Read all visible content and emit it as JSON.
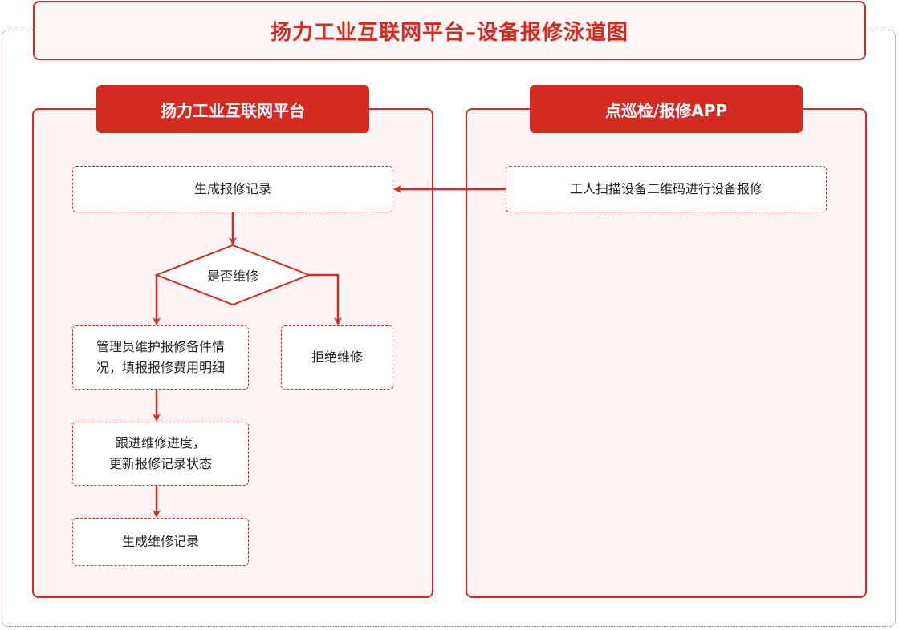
{
  "title": "扬力工业互联网平台–设备报修泳道图",
  "lanes": {
    "left": {
      "header": "扬力工业互联网平台"
    },
    "right": {
      "header": "点巡检/报修APP"
    }
  },
  "nodes": {
    "scan_report": "工人扫描设备二维码进行设备报修",
    "create_repair_record": "生成报修记录",
    "decision_repair": "是否维修",
    "admin_maintain_line1": "管理员维护报修备件情",
    "admin_maintain_line2": "况，填报报修费用明细",
    "refuse_repair": "拒绝维修",
    "track_progress_line1": "跟进维修进度，",
    "track_progress_line2": "更新报修记录状态",
    "create_maintenance_record": "生成维修记录"
  },
  "colors": {
    "accent": "#d32a22",
    "lane_fill": "#fff4f4",
    "box_fill": "#ffffff"
  }
}
